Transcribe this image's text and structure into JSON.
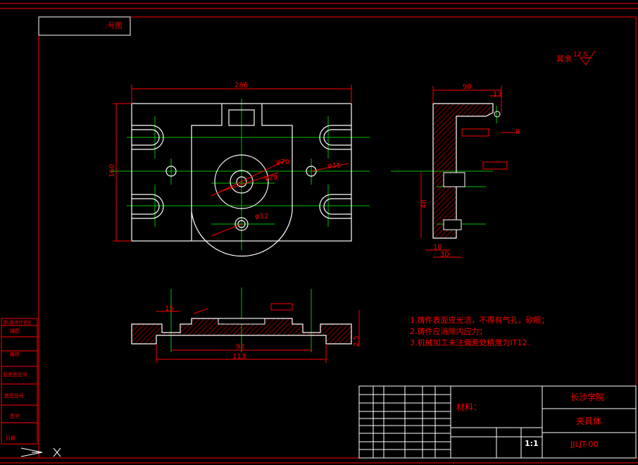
{
  "colors": {
    "background": "#000000",
    "red": "#ff0000",
    "white": "#ffffff",
    "green": "#00c000",
    "yellow": "#ffff00"
  },
  "corner_label": ":号图",
  "roughness": {
    "label": "其余",
    "value": "12.5"
  },
  "dims": {
    "width_286": "286",
    "height_160": "160",
    "d70": "φ70",
    "d29": "φ29",
    "d15": "φ15",
    "d12": "φ12",
    "side_90": "90",
    "side_13": "13",
    "side_9": "9",
    "side_48": "48",
    "side_10": "10",
    "side_30": "30",
    "bot_15": "15",
    "bot_92": "92",
    "bot_113": "113",
    "bot_25": "2.5"
  },
  "notes": [
    "1.铸件表面应光洁，不得有气孔，砂眼；",
    "2.铸件应消除内应力；",
    "3.机械加工未注偏差处精度为IT12."
  ],
  "title_block": {
    "school": "长沙学院",
    "part_name": "夹具体",
    "drawing_no": "JJLJT-00",
    "material_label": "材料：",
    "scale": "1:1"
  },
  "left_strip": [
    "借(通)用件登记",
    "旧底图总号",
    "底图总号",
    "签字",
    "日期",
    "描图",
    "描校"
  ]
}
